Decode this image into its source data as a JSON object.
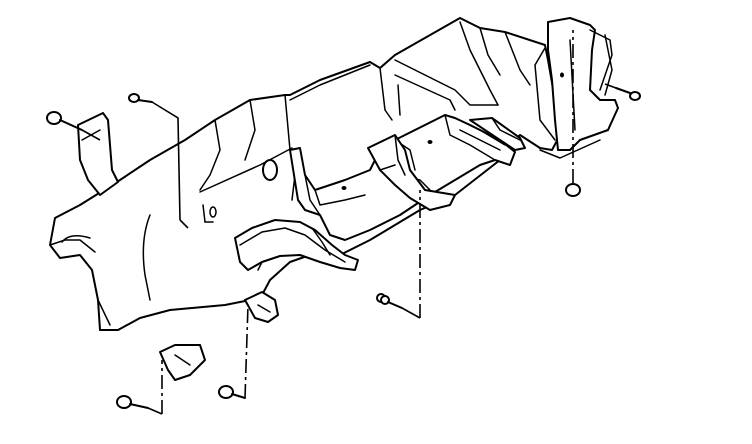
{
  "diagram": {
    "colors": {
      "line": "#000000",
      "background": "#ffffff"
    },
    "fasteners": [
      {
        "name": "left-flange-fastener",
        "kind": "push-pin"
      },
      {
        "name": "upper-left-screw",
        "kind": "screw"
      },
      {
        "name": "upper-right-screw",
        "kind": "screw"
      },
      {
        "name": "right-bracket-push-pin",
        "kind": "push-pin"
      },
      {
        "name": "center-lower-screw",
        "kind": "screw"
      },
      {
        "name": "bottom-left-push-pin",
        "kind": "push-pin"
      },
      {
        "name": "bottom-center-push-pin",
        "kind": "push-pin"
      }
    ]
  }
}
